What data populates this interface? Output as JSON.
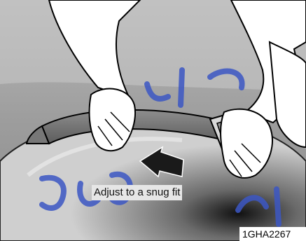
{
  "illustration": {
    "caption": "Adjust to a snug fit",
    "figure_code": "1GHA2267"
  },
  "colors": {
    "background": "#ffffff",
    "caption_bg": "#e6e6e6",
    "watermark": "#3c57c4"
  },
  "watermark": {
    "description_icon": "persian-script-watermark"
  }
}
